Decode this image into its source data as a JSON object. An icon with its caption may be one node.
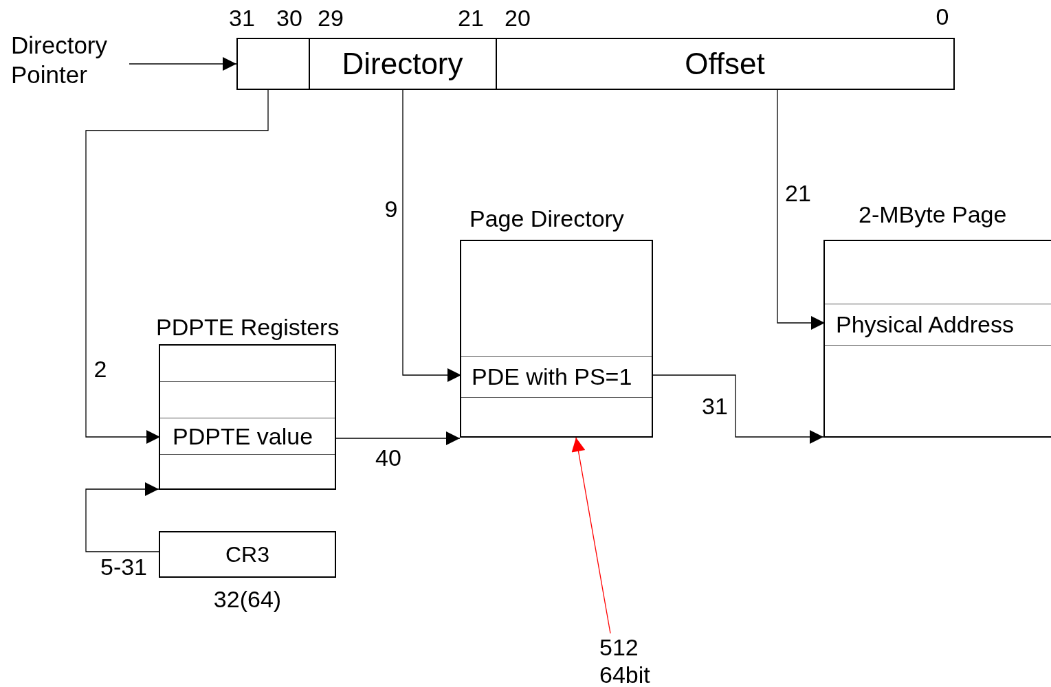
{
  "diagram": {
    "nodes": [
      {
        "text": [
          "Directory Pointer"
        ]
      },
      {
        "text": [],
        "shape": "box"
      },
      {
        "text": [
          "Directory"
        ]
      },
      {
        "text": [
          "Offset"
        ]
      },
      {
        "text": [
          "PDPTE Registers"
        ]
      },
      {
        "text": [
          "PDPTE value"
        ],
        "in": 4
      },
      {
        "text": [
          "Page Directory"
        ]
      },
      {
        "text": [
          "PDE with PS=1"
        ],
        "in": 6
      },
      {
        "text": [
          "2-MByte Page"
        ]
      },
      {
        "text": [
          "Physical Address"
        ],
        "in": 8
      },
      {
        "text": [
          "CR3"
        ],
        "beside": [
          "32(64)"
        ]
      },
      {
        "text": [
          "512 64bit"
        ]
      }
    ],
    "edges": [
      {
        "from": 0,
        "to": 1,
        "arrow": "to"
      },
      {
        "from": 1,
        "to": 5,
        "arrow": "to",
        "label": "2"
      },
      {
        "from": 2,
        "to": 7,
        "arrow": "to",
        "label": "9"
      },
      {
        "from": 3,
        "to": 9,
        "arrow": "to",
        "label": "21"
      },
      {
        "from": 5,
        "to": 6,
        "arrow": "to",
        "label": "40"
      },
      {
        "from": 7,
        "to": 8,
        "arrow": "to",
        "label": "31"
      },
      {
        "from": 10,
        "to": 4,
        "arrow": "to",
        "label": "5-31"
      },
      {
        "from": 11,
        "to": 6,
        "arrow": "to",
        "color": "#ff0000"
      }
    ],
    "labels": [
      "31",
      "30",
      "29",
      "21",
      "20",
      "0"
    ]
  }
}
